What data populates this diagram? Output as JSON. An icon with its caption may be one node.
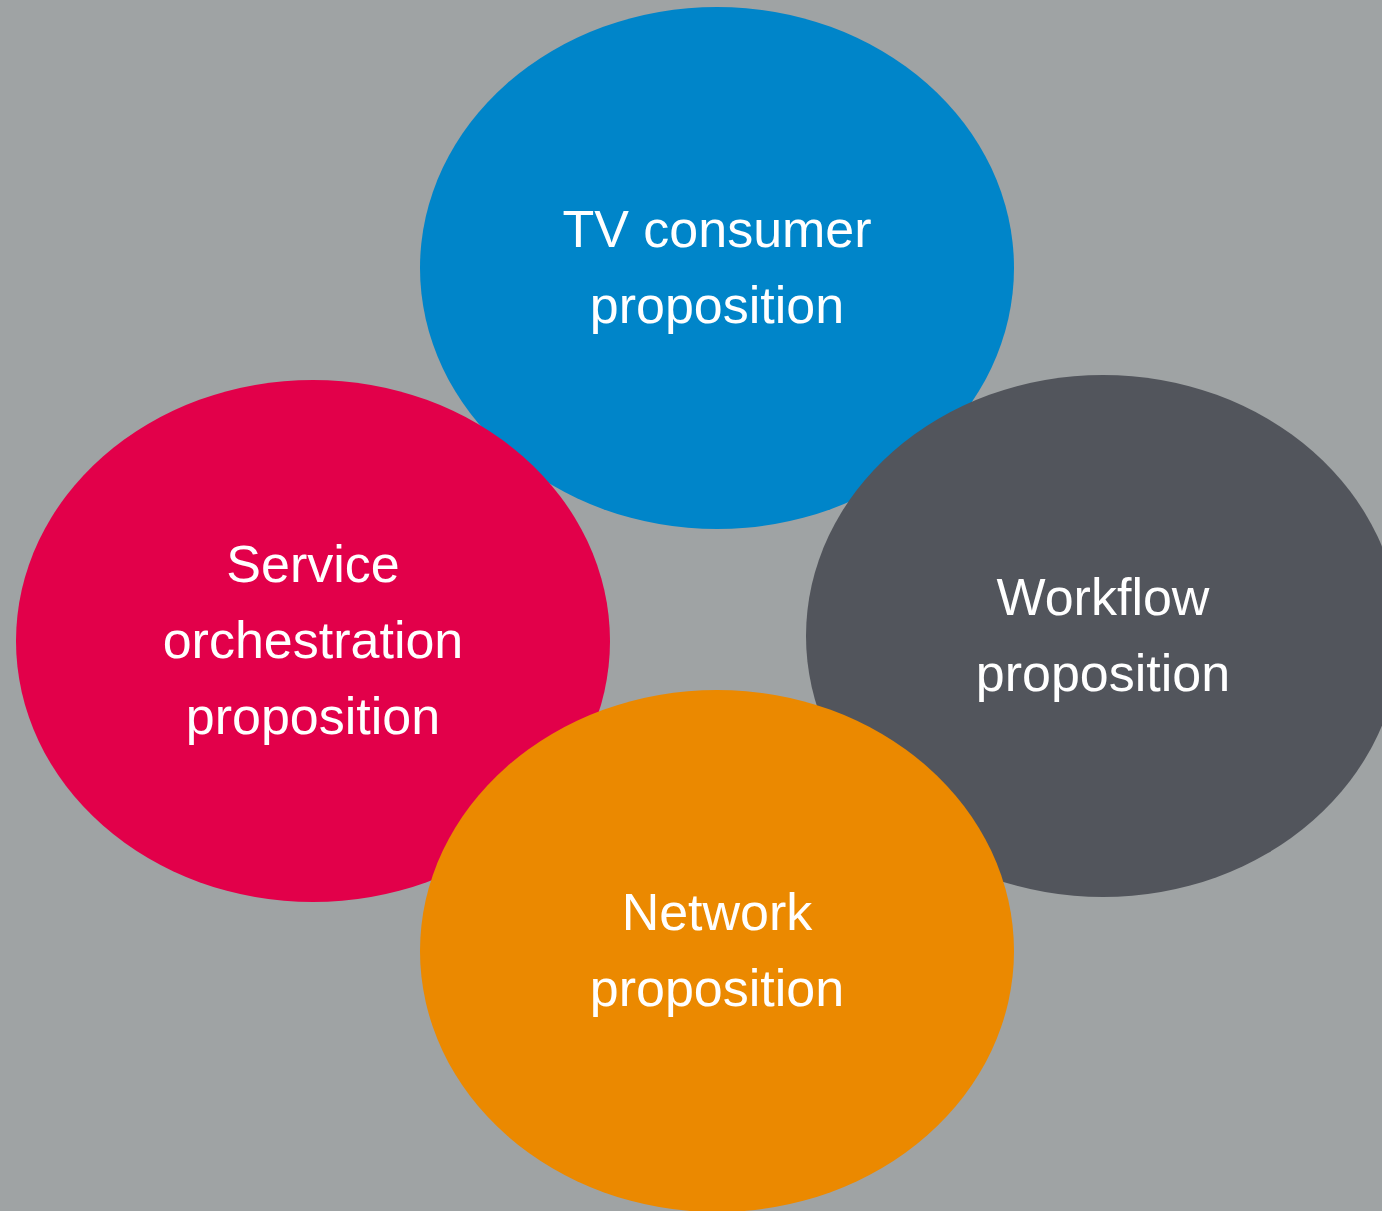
{
  "diagram": {
    "nodes": [
      {
        "text": [
          "TV consumer proposition"
        ]
      },
      {
        "text": [
          "Service orchestration proposition"
        ]
      },
      {
        "text": [
          "Workflow proposition"
        ]
      },
      {
        "text": [
          "Network proposition"
        ]
      }
    ]
  }
}
